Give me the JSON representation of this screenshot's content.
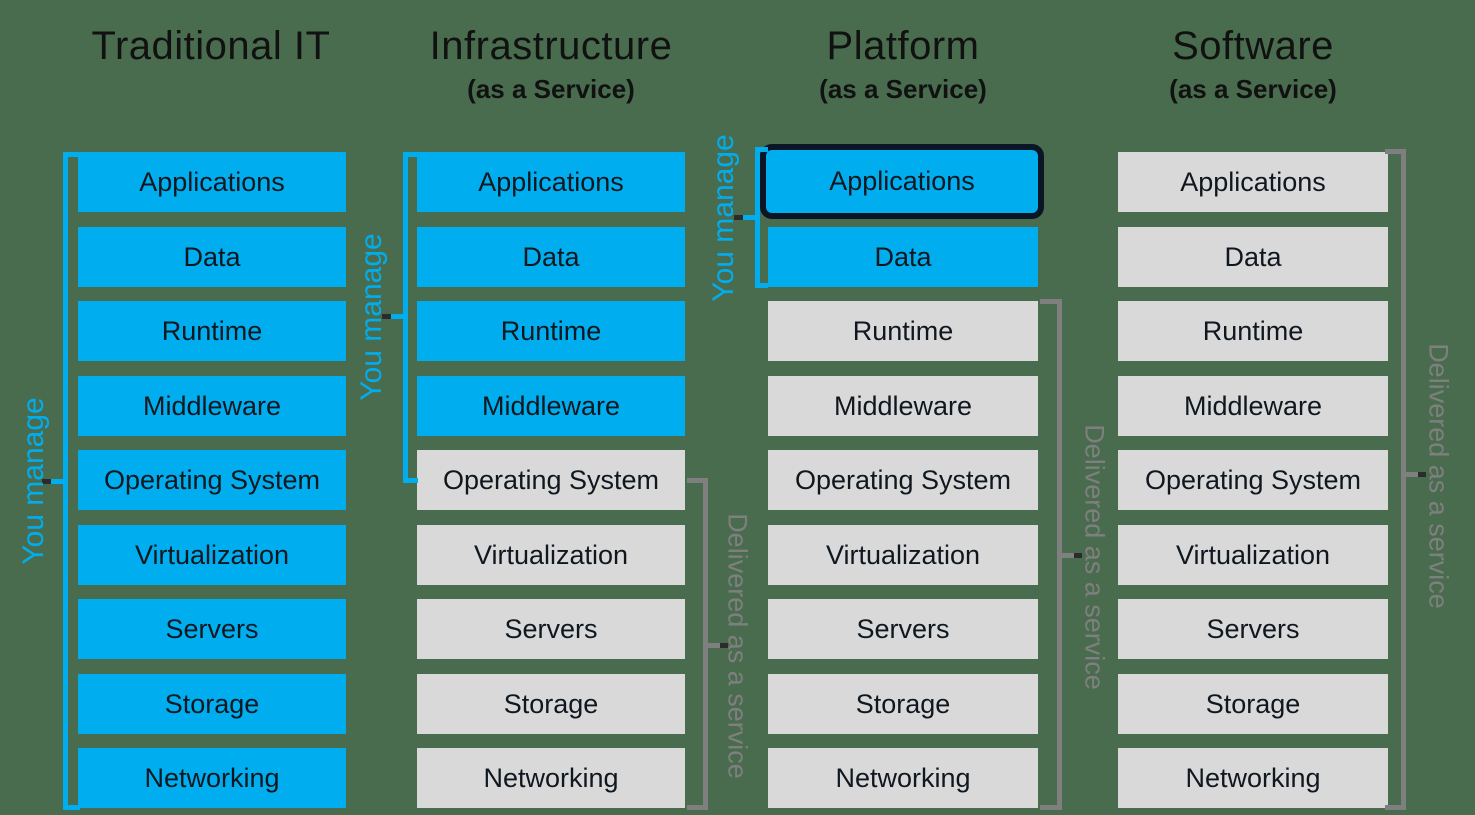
{
  "diagram": {
    "name": "Traditional IT vs IaaS vs PaaS vs SaaS responsibility stack",
    "colors": {
      "background": "#4A6C4E",
      "managed_blue": "#00AEEF",
      "service_gray_box": "#D9D9D9",
      "bracket_gray": "#7F7F7F",
      "highlight_border": "#0A1625",
      "box_text": "#10171F",
      "header_text": "#111111"
    },
    "columns": [
      {
        "title": "Traditional IT",
        "subtitle": "",
        "manage_label": "You manage",
        "delivered_label": "",
        "layers": [
          "Applications",
          "Data",
          "Runtime",
          "Middleware",
          "Operating System",
          "Virtualization",
          "Servers",
          "Storage",
          "Networking"
        ]
      },
      {
        "title": "Infrastructure",
        "subtitle": "(as a Service)",
        "manage_label": "You manage",
        "delivered_label": "Delivered as a service",
        "layers": [
          "Applications",
          "Data",
          "Runtime",
          "Middleware",
          "Operating System",
          "Virtualization",
          "Servers",
          "Storage",
          "Networking"
        ]
      },
      {
        "title": "Platform",
        "subtitle": "(as a Service)",
        "manage_label": "You manage",
        "delivered_label": "Delivered as a service",
        "layers": [
          "Applications",
          "Data",
          "Runtime",
          "Middleware",
          "Operating System",
          "Virtualization",
          "Servers",
          "Storage",
          "Networking"
        ]
      },
      {
        "title": "Software",
        "subtitle": "(as a Service)",
        "manage_label": "",
        "delivered_label": "Delivered as a service",
        "layers": [
          "Applications",
          "Data",
          "Runtime",
          "Middleware",
          "Operating System",
          "Virtualization",
          "Servers",
          "Storage",
          "Networking"
        ]
      }
    ]
  }
}
